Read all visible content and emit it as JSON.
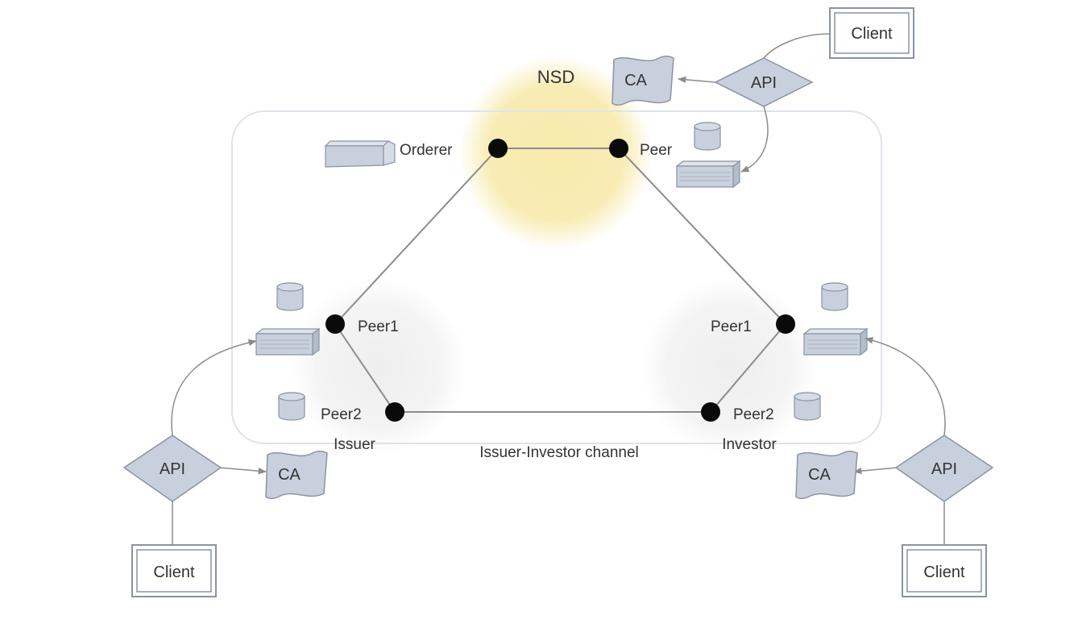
{
  "colors": {
    "nsd_glow": "#f7e9a8",
    "org_glow": "#eeeeee",
    "channel_border": "#dfe3ea",
    "line": "#8c8c8c",
    "node": "#0a0a0a",
    "shape_fill": "#c9d0dd",
    "shape_stroke": "#8a93a3",
    "client_fill": "#ffffff",
    "text": "#333333"
  },
  "labels": {
    "nsd": "NSD",
    "orderer": "Orderer",
    "peer_nsd": "Peer",
    "issuer_peer1": "Peer1",
    "issuer_peer2": "Peer2",
    "investor_peer1": "Peer1",
    "investor_peer2": "Peer2",
    "issuer": "Issuer",
    "investor": "Investor",
    "channel": "Issuer-Investor channel",
    "api_top": "API",
    "ca_top": "CA",
    "client_top": "Client",
    "api_left": "API",
    "ca_left": "CA",
    "client_left": "Client",
    "api_right": "API",
    "ca_right": "CA",
    "client_right": "Client"
  }
}
